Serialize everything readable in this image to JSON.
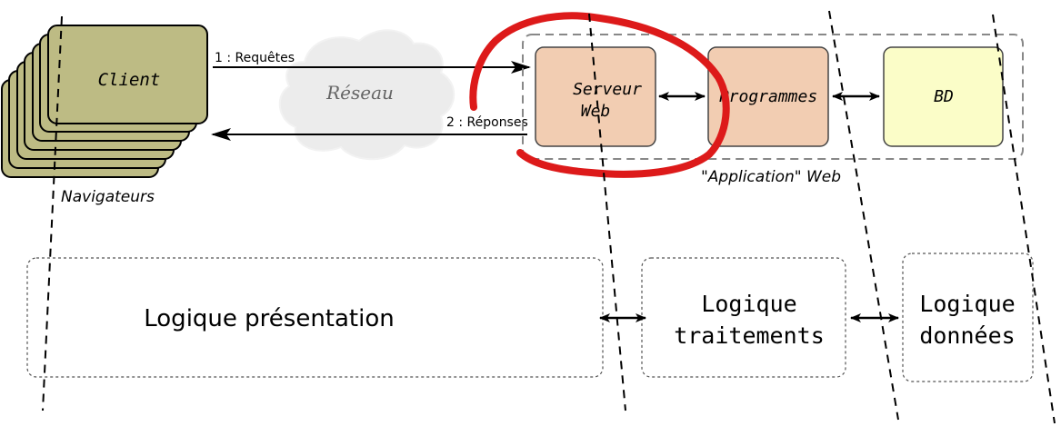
{
  "client": {
    "label": "Client",
    "caption": "Navigateurs"
  },
  "network": {
    "label": "Réseau"
  },
  "arrows": {
    "requests": "1 : Requêtes",
    "responses": "2 : Réponses"
  },
  "application": {
    "caption": "\"Application\" Web",
    "web_server": {
      "line1": "Serveur",
      "line2": "Web"
    },
    "programs": "Programmes",
    "database": "BD"
  },
  "tiers": {
    "presentation": "Logique présentation",
    "processing": {
      "line1": "Logique",
      "line2": "traitements"
    },
    "data": {
      "line1": "Logique",
      "line2": "données"
    }
  },
  "colors": {
    "client_fill": "#bdbb84",
    "server_fill": "#f2cdb2",
    "db_fill": "#fbfdc8",
    "highlight": "#dd1a1a"
  }
}
